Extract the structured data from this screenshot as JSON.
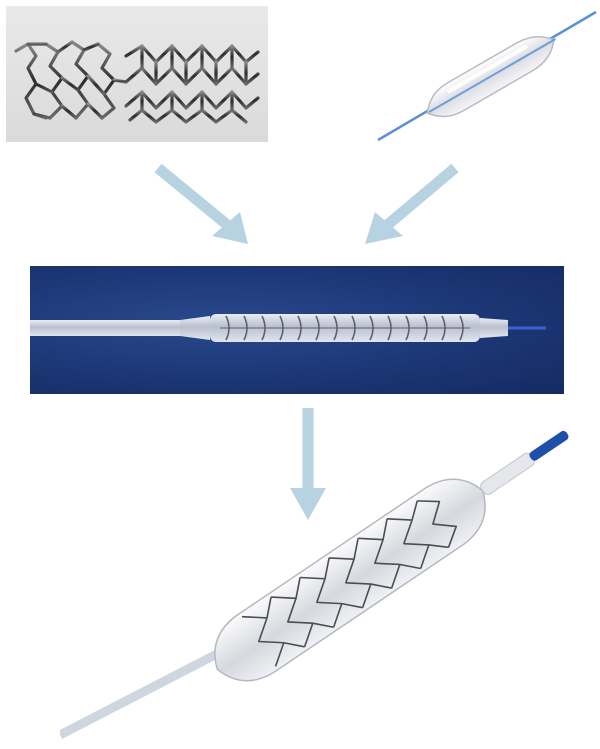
{
  "figure": {
    "panels": [
      {
        "id": "bare-metal-stent",
        "description_icon": "stent-icon"
      },
      {
        "id": "balloon-catheter",
        "description_icon": "balloon-catheter-icon"
      },
      {
        "id": "crimped-stent-on-balloon",
        "description_icon": "crimped-stent-icon"
      },
      {
        "id": "deployed-stent",
        "description_icon": "expanded-stent-icon"
      }
    ],
    "arrows": [
      {
        "from": "bare-metal-stent",
        "to": "crimped-stent-on-balloon"
      },
      {
        "from": "balloon-catheter",
        "to": "crimped-stent-on-balloon"
      },
      {
        "from": "crimped-stent-on-balloon",
        "to": "deployed-stent"
      }
    ],
    "colors": {
      "arrow": "#b7d3e2",
      "crimped_background": "#1e3a7a",
      "catheter_tip": "#1f4fa8",
      "stent_metal": "#3a3a3a"
    }
  }
}
